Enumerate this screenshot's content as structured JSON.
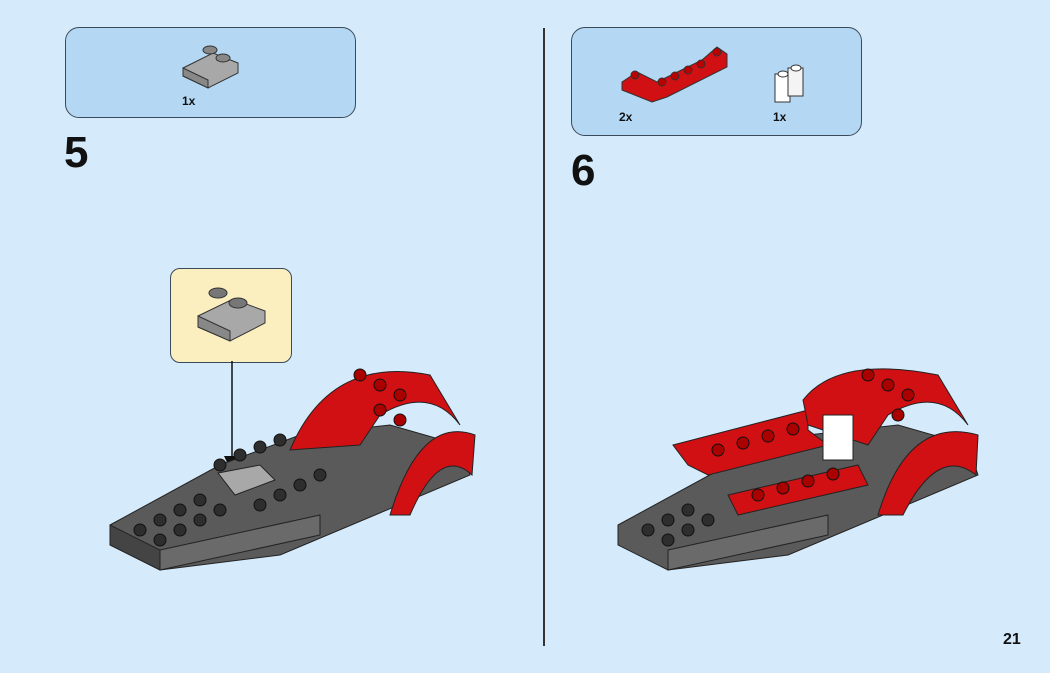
{
  "steps": [
    {
      "number": "5",
      "parts": [
        {
          "name": "gray-curved-slope-brick",
          "qty": "1x"
        }
      ]
    },
    {
      "number": "6",
      "parts": [
        {
          "name": "red-inverted-slope-brick",
          "qty": "2x"
        },
        {
          "name": "white-round-brick",
          "qty": "1x"
        }
      ]
    }
  ],
  "page_number": "21",
  "colors": {
    "background": "#d5ebfb",
    "panel": "#b4d8f4",
    "callout": "#fbefc0",
    "red": "#d01012",
    "dark_gray": "#5b5b5b"
  }
}
